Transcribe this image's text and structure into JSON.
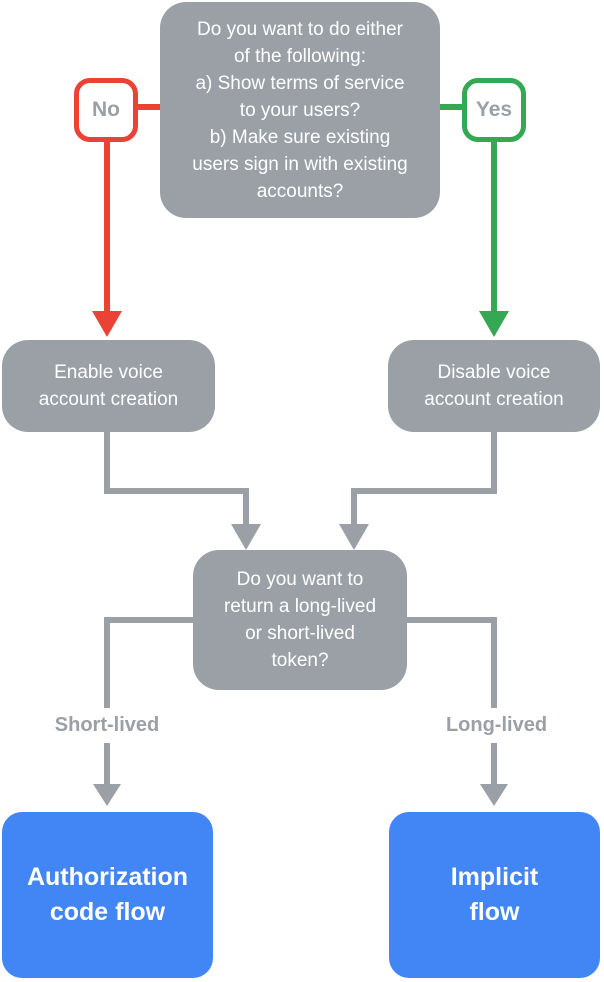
{
  "colors": {
    "gray": "#9AA0A6",
    "red": "#EA4335",
    "green": "#34A853",
    "blue": "#4285F4",
    "white": "#FFFFFF",
    "label-text": "#9AA0A6"
  },
  "nodes": {
    "question_account": "Do you want to do either\nof the following:\na) Show terms of service\nto your users?\nb) Make sure existing\nusers sign in with existing\naccounts?",
    "no_label": "No",
    "yes_label": "Yes",
    "enable_voice": "Enable voice\naccount creation",
    "disable_voice": "Disable voice\naccount creation",
    "question_token": "Do you want to\nreturn a long-lived\nor short-lived\ntoken?",
    "short_lived_label": "Short-lived",
    "long_lived_label": "Long-lived",
    "authorization_flow": "Authorization\ncode flow",
    "implicit_flow": "Implicit\nflow"
  }
}
